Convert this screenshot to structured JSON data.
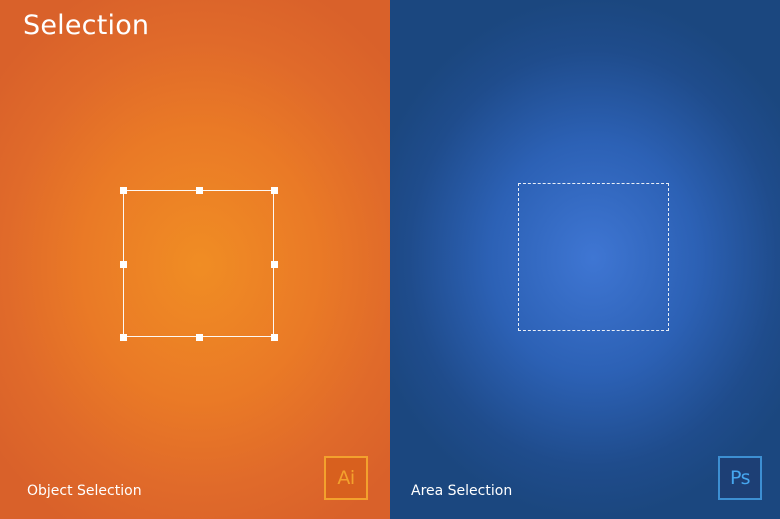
{
  "title": "Selection",
  "panels": {
    "left": {
      "caption": "Object Selection",
      "logo_text": "Ai",
      "background_color": "#ea7a26",
      "logo_color": "#f3a12d"
    },
    "right": {
      "caption": "Area Selection",
      "logo_text": "Ps",
      "background_color": "#2c61b5",
      "logo_color": "#46a6ee"
    }
  },
  "icons": {
    "left_logo": "adobe-illustrator-logo",
    "right_logo": "adobe-photoshop-logo"
  }
}
